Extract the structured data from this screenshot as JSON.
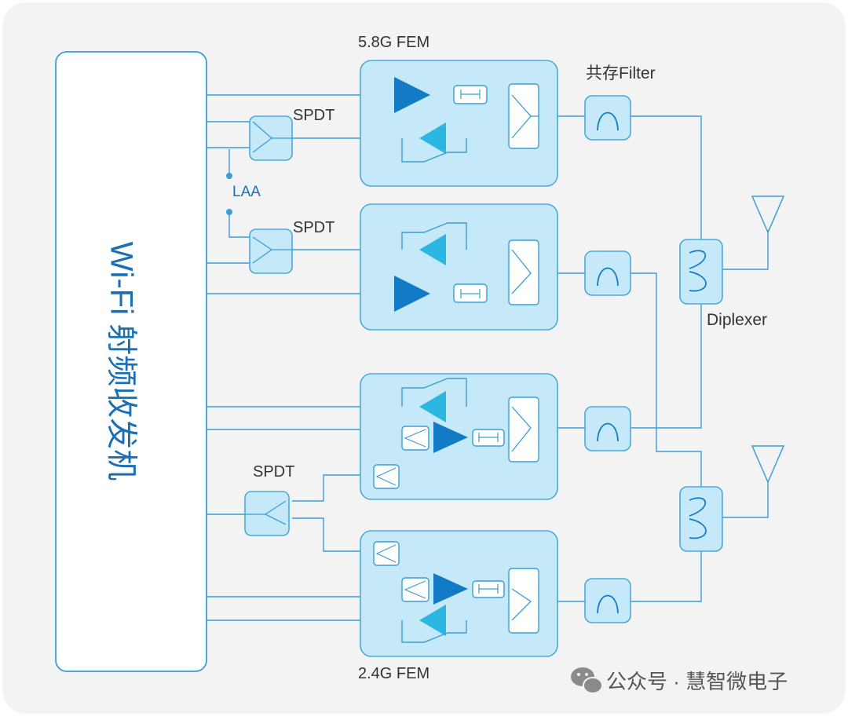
{
  "diagram": {
    "transceiver_label": "Wi-Fi 射频收发机",
    "fem_5g_label": "5.8G FEM",
    "fem_24g_label": "2.4G FEM",
    "coexist_filter_label": "共存Filter",
    "spdt_label": "SPDT",
    "laa_label": "LAA",
    "diplexer_label": "Diplexer"
  },
  "watermark": {
    "text": "公众号 · 慧智微电子",
    "icon": "wechat-icon"
  },
  "colors": {
    "line": "#3a9ed6",
    "box_fill": "#c6e9f9",
    "box_stroke": "#4aa9dc",
    "amp_dark": "#137bc6",
    "amp_light": "#2cb6e2",
    "text": "#333333"
  }
}
